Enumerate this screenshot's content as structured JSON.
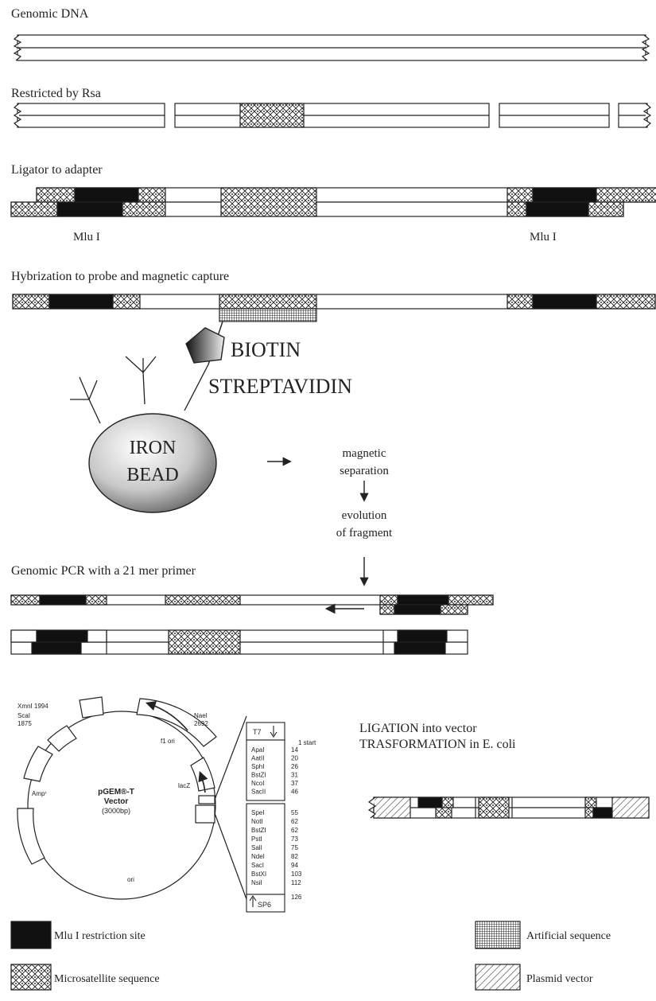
{
  "steps": {
    "genomic": "Genomic DNA",
    "restricted": "Restricted by Rsa",
    "ligator": "Ligator to adapter",
    "mlu_left": "Mlu  I",
    "mlu_right": "Mlu  I",
    "hybrid": "Hybrization to probe and magnetic capture",
    "pcr": "Genomic PCR with a 21 mer primer",
    "ligation_1": "LIGATION into vector",
    "ligation_2": "TRASFORMATION in E. coli"
  },
  "capture": {
    "biotin": "BIOTIN",
    "streptavidin": "STREPTAVIDIN",
    "bead_1": "IRON",
    "bead_2": "BEAD",
    "sep_1": "magnetic",
    "sep_2": "separation",
    "evo_1": "evolution",
    "evo_2": "of fragment"
  },
  "vector_map": {
    "name_1": "pGEM®-T",
    "name_2": "Vector",
    "size": "(3000bp)",
    "xmn": "XmnI 1994",
    "sca_1": "ScaI",
    "sca_2": "1875",
    "nae_1": "NaeI",
    "nae_2": "2692",
    "f1": "f1 ori",
    "amp": "Ampʳ",
    "lacz": "lacZ",
    "ori": "ori",
    "t7": "T7",
    "sp6": "SP6",
    "start": "1 start",
    "sites_top": [
      {
        "name": "ApaI",
        "pos": "14"
      },
      {
        "name": "AatII",
        "pos": "20"
      },
      {
        "name": "SphI",
        "pos": "26"
      },
      {
        "name": "BstZI",
        "pos": "31"
      },
      {
        "name": "NcoI",
        "pos": "37"
      },
      {
        "name": "SacII",
        "pos": "46"
      }
    ],
    "sites_bottom": [
      {
        "name": "SpeI",
        "pos": "55"
      },
      {
        "name": "NotI",
        "pos": "62"
      },
      {
        "name": "BstZI",
        "pos": "62"
      },
      {
        "name": "PstI",
        "pos": "73"
      },
      {
        "name": "SalI",
        "pos": "75"
      },
      {
        "name": "NdeI",
        "pos": "82"
      },
      {
        "name": "SacI",
        "pos": "94"
      },
      {
        "name": "BstXI",
        "pos": "103"
      },
      {
        "name": "NsiI",
        "pos": "112"
      }
    ],
    "sp6_pos": "126"
  },
  "legend": {
    "mlu": "Mlu I restriction site",
    "micro": "Microsatellite sequence",
    "artificial": "Artificial sequence",
    "plasmid": "Plasmid vector"
  },
  "colors": {
    "ink": "#222222",
    "restriction_site": "#111111",
    "bead_light": "#ffffff",
    "bead_dark": "#6a6a6a"
  }
}
